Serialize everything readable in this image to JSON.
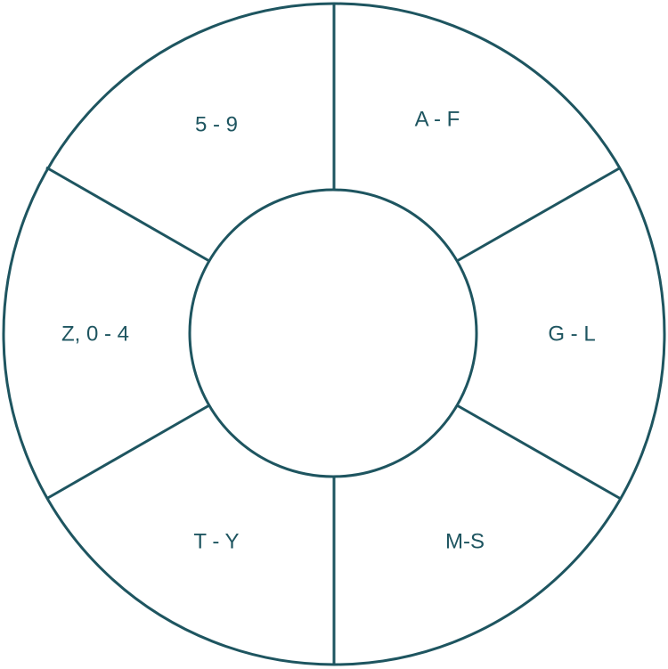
{
  "diagram": {
    "stroke_color": "#1e5560",
    "background_color": "#ffffff",
    "segments": [
      {
        "label": "A - F"
      },
      {
        "label": "G - L"
      },
      {
        "label": "M-S"
      },
      {
        "label": "T - Y"
      },
      {
        "label": "Z, 0 - 4"
      },
      {
        "label": "5 - 9"
      }
    ]
  }
}
